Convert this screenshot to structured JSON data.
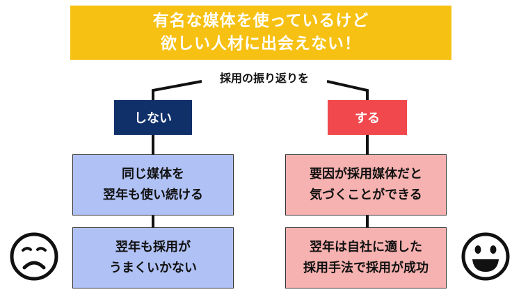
{
  "title": {
    "line1": "有名な媒体を使っているけど",
    "line2": "欲しい人材に出会えない！"
  },
  "question": "採用の振り返りを",
  "branches": {
    "no": {
      "label": "しない",
      "step1": [
        "同じ媒体を",
        "翌年も使い続ける"
      ],
      "step2": [
        "翌年も採用が",
        "うまくいかない"
      ],
      "face": "sad-face-icon"
    },
    "yes": {
      "label": "する",
      "step1": [
        "要因が採用媒体だと",
        "気づくことができる"
      ],
      "step2": [
        "翌年は自社に適した",
        "採用手法で採用が成功"
      ],
      "face": "happy-face-icon"
    }
  },
  "colors": {
    "title_bg": "#f7c113",
    "no_label_bg": "#10306a",
    "yes_label_bg": "#f0484d",
    "no_box_bg": "#b0c1f5",
    "yes_box_bg": "#f6b2b0"
  }
}
